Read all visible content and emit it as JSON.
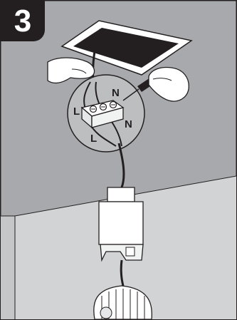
{
  "step": {
    "number": "3"
  },
  "connector": {
    "labels": [
      {
        "id": "label-l-upper",
        "text": "L"
      },
      {
        "id": "label-n-upper",
        "text": "N"
      },
      {
        "id": "label-n-lower",
        "text": "N"
      },
      {
        "id": "label-l-lower",
        "text": "L"
      }
    ]
  },
  "colors": {
    "ceiling": "#a7a9ac",
    "wall": "#d1d3d4",
    "line": "#231f20",
    "zoom_circle": "#bcbec0",
    "cutout": "#ffffff"
  }
}
